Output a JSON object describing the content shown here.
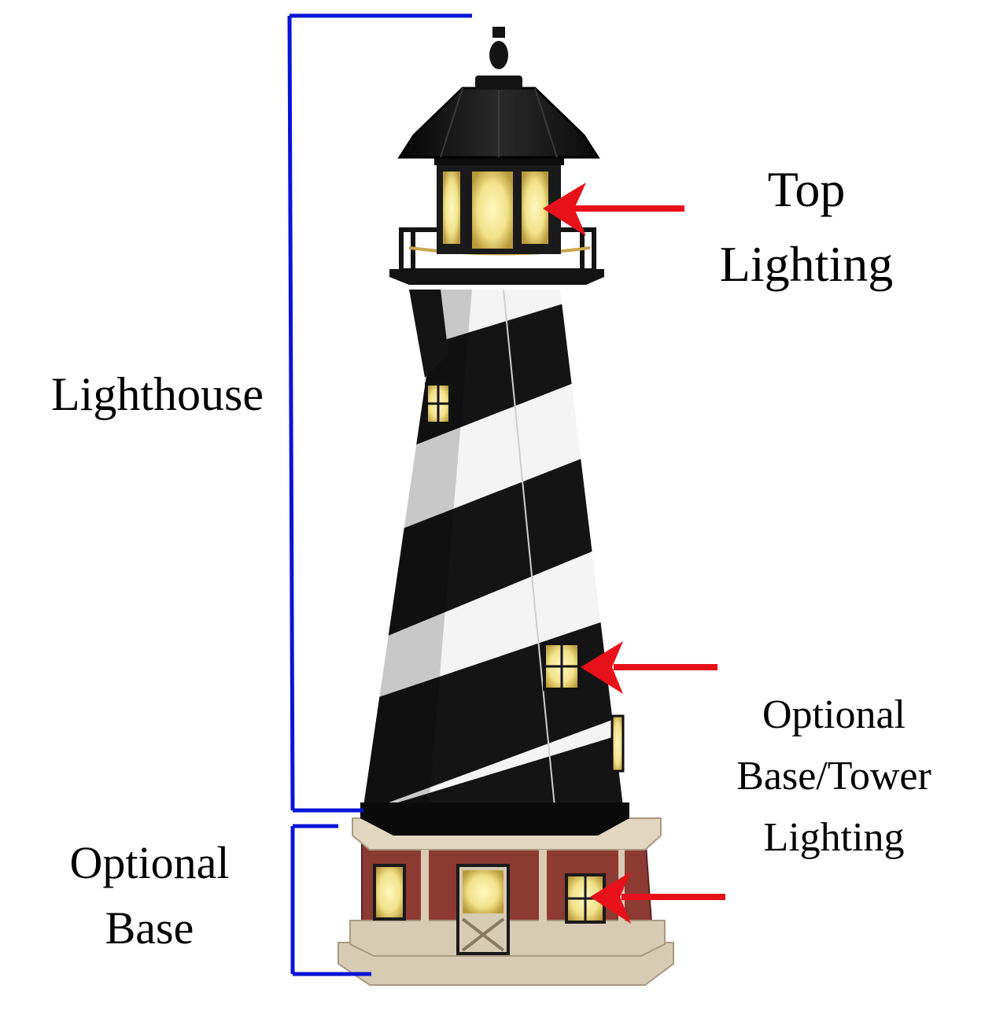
{
  "labels": {
    "lighthouse": "Lighthouse",
    "top_lighting_line1": "Top",
    "top_lighting_line2": "Lighting",
    "optional_base_line1": "Optional",
    "optional_base_line2": "Base",
    "tower_lighting_line1": "Optional",
    "tower_lighting_line2": "Base/Tower",
    "tower_lighting_line3": "Lighting"
  },
  "colors": {
    "bracket": "#0a14d6",
    "arrow": "#e8101a",
    "stripe_black": "#141414",
    "stripe_white": "#f4f4f4",
    "base_red": "#8c3a32",
    "base_trim": "#d8cbb4",
    "window_glow": "#f2e28a"
  }
}
